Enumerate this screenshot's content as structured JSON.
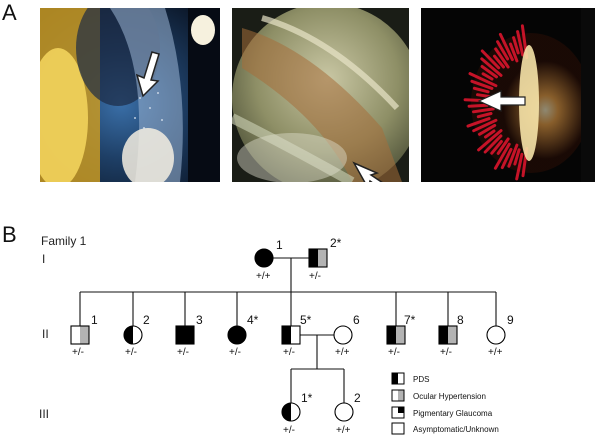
{
  "panels": {
    "a_label": "A",
    "b_label": "B"
  },
  "family_title": "Family 1",
  "generations": [
    "I",
    "II",
    "III"
  ],
  "legend": [
    {
      "key": "pds",
      "label": "PDS"
    },
    {
      "key": "ocular",
      "label": "Ocular Hypertension"
    },
    {
      "key": "pigmentary",
      "label": "Pigmentary Glaucoma"
    },
    {
      "key": "unknown",
      "label": "Asymptomatic/Unknown"
    }
  ],
  "individuals": {
    "I1": {
      "label": "1",
      "genotype": "+/+"
    },
    "I2": {
      "label": "2*",
      "genotype": "+/-"
    },
    "II1": {
      "label": "1",
      "genotype": "+/-"
    },
    "II2": {
      "label": "2",
      "genotype": "+/-"
    },
    "II3": {
      "label": "3",
      "genotype": "+/-"
    },
    "II4": {
      "label": "4*",
      "genotype": "+/-"
    },
    "II5": {
      "label": "5*",
      "genotype": "+/-"
    },
    "II6": {
      "label": "6",
      "genotype": "+/+"
    },
    "II7": {
      "label": "7*",
      "genotype": "+/-"
    },
    "II8": {
      "label": "8",
      "genotype": "+/-"
    },
    "II9": {
      "label": "9",
      "genotype": "+/+"
    },
    "III1": {
      "label": "1*",
      "genotype": "+/-"
    },
    "III2": {
      "label": "2",
      "genotype": "+/+"
    }
  },
  "colors": {
    "affected": "#000000",
    "ocular_hypertension": "#b3b3b3",
    "unaffected": "#ffffff",
    "laser_red": "#d0142a"
  }
}
